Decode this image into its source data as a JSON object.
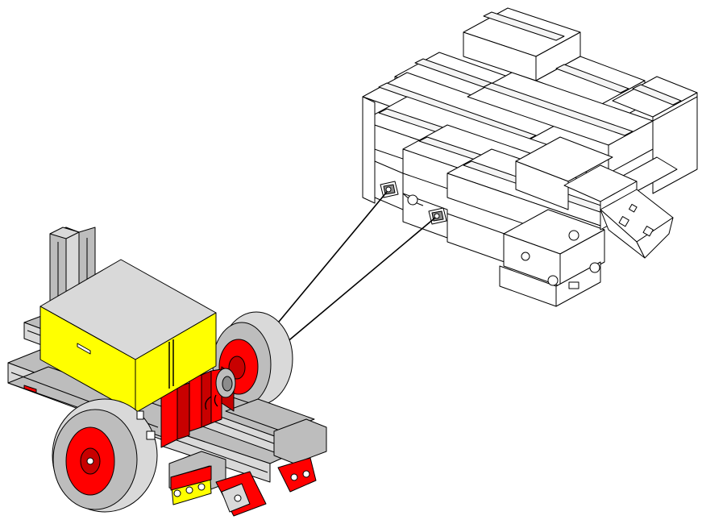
{
  "palette": {
    "grey_light": "#d9d9d9",
    "grey_mid": "#bdbdbd",
    "grey_dark": "#8c8c8c",
    "white": "#ffffff",
    "yellow": "#ffff00",
    "yellow_shade": "#e6e600",
    "red": "#ff0000",
    "red_dark": "#c80000",
    "outline": "#000000"
  },
  "components": {
    "vehicle": "fischertechnik-vehicle",
    "battery_box": "yellow-battery-box",
    "wheels": [
      "rear-left-wheel",
      "rear-right-wheel"
    ],
    "anchor": "building-block-anchor",
    "strings": [
      "pull-string-upper",
      "pull-string-lower"
    ]
  }
}
